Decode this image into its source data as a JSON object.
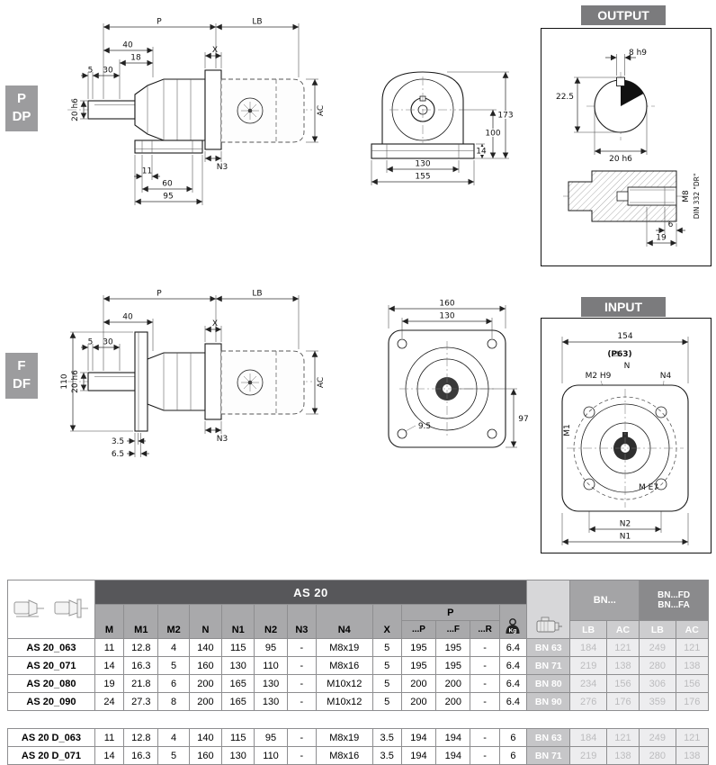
{
  "labels": {
    "output": "OUTPUT",
    "input": "INPUT",
    "pdp1": "P",
    "pdp2": "DP",
    "fdf1": "F",
    "fdf2": "DF"
  },
  "drawings": {
    "pdp": {
      "p": "P",
      "lb": "LB",
      "d40": "40",
      "d18": "18",
      "x": "X",
      "d5": "5",
      "d30": "30",
      "shaft": "20 h6",
      "ac": "AC",
      "n3": "N3",
      "d11": "11",
      "d60": "60",
      "d95": "95"
    },
    "pdp_front": {
      "d173": "173",
      "d100": "100",
      "d14": "14",
      "d130": "130",
      "d155": "155"
    },
    "output": {
      "key": "8 h9",
      "d225": "22.5",
      "shaft": "20 h6",
      "d6": "6",
      "d19": "19",
      "thread": "M8",
      "din": "DIN 332 \"DR\""
    },
    "fdf": {
      "p": "P",
      "lb": "LB",
      "d40": "40",
      "x": "X",
      "d5": "5",
      "d30": "30",
      "shaft": "20 h6",
      "d110": "110",
      "ac": "AC",
      "n3": "N3",
      "d35": "3.5",
      "d65": "6.5"
    },
    "fdf_front": {
      "d160": "160",
      "d130": "130",
      "d97": "97",
      "d95": "9.5"
    },
    "input": {
      "d154": "154",
      "warn_icon": "⚠",
      "warn": "(P63)",
      "n": "N",
      "m2": "M2 H9",
      "n4": "N4",
      "m1": "M1",
      "me7": "M E7",
      "n2": "N2",
      "n1": "N1"
    }
  },
  "table": {
    "title": "AS 20",
    "dim_headers": [
      "M",
      "M1",
      "M2",
      "N",
      "N1",
      "N2",
      "N3",
      "N4",
      "X"
    ],
    "p_header": "P",
    "p_sub_headers": [
      "...P",
      "...F",
      "...R"
    ],
    "kg_label": "Kg",
    "bn_header": "BN...",
    "bnfd_line1": "BN...FD",
    "bnfd_line2": "BN...FA",
    "sub_lb": "LB",
    "sub_ac": "AC",
    "groups": [
      {
        "rows": [
          {
            "name": "AS 20_063",
            "values": [
              "11",
              "12.8",
              "4",
              "140",
              "115",
              "95",
              "-",
              "M8x19",
              "5",
              "195",
              "195",
              "-",
              "6.4"
            ],
            "bn": "BN 63",
            "bn_values": [
              "184",
              "121",
              "249",
              "121"
            ]
          },
          {
            "name": "AS 20_071",
            "values": [
              "14",
              "16.3",
              "5",
              "160",
              "130",
              "110",
              "-",
              "M8x16",
              "5",
              "195",
              "195",
              "-",
              "6.4"
            ],
            "bn": "BN 71",
            "bn_values": [
              "219",
              "138",
              "280",
              "138"
            ]
          },
          {
            "name": "AS 20_080",
            "values": [
              "19",
              "21.8",
              "6",
              "200",
              "165",
              "130",
              "-",
              "M10x12",
              "5",
              "200",
              "200",
              "-",
              "6.4"
            ],
            "bn": "BN 80",
            "bn_values": [
              "234",
              "156",
              "306",
              "156"
            ]
          },
          {
            "name": "AS 20_090",
            "values": [
              "24",
              "27.3",
              "8",
              "200",
              "165",
              "130",
              "-",
              "M10x12",
              "5",
              "200",
              "200",
              "-",
              "6.4"
            ],
            "bn": "BN 90",
            "bn_values": [
              "276",
              "176",
              "359",
              "176"
            ]
          }
        ]
      },
      {
        "rows": [
          {
            "name": "AS 20 D_063",
            "values": [
              "11",
              "12.8",
              "4",
              "140",
              "115",
              "95",
              "-",
              "M8x19",
              "3.5",
              "194",
              "194",
              "-",
              "6"
            ],
            "bn": "BN 63",
            "bn_values": [
              "184",
              "121",
              "249",
              "121"
            ]
          },
          {
            "name": "AS 20 D_071",
            "values": [
              "14",
              "16.3",
              "5",
              "160",
              "130",
              "110",
              "-",
              "M8x16",
              "3.5",
              "194",
              "194",
              "-",
              "6"
            ],
            "bn": "BN 71",
            "bn_values": [
              "219",
              "138",
              "280",
              "138"
            ]
          }
        ]
      }
    ]
  }
}
